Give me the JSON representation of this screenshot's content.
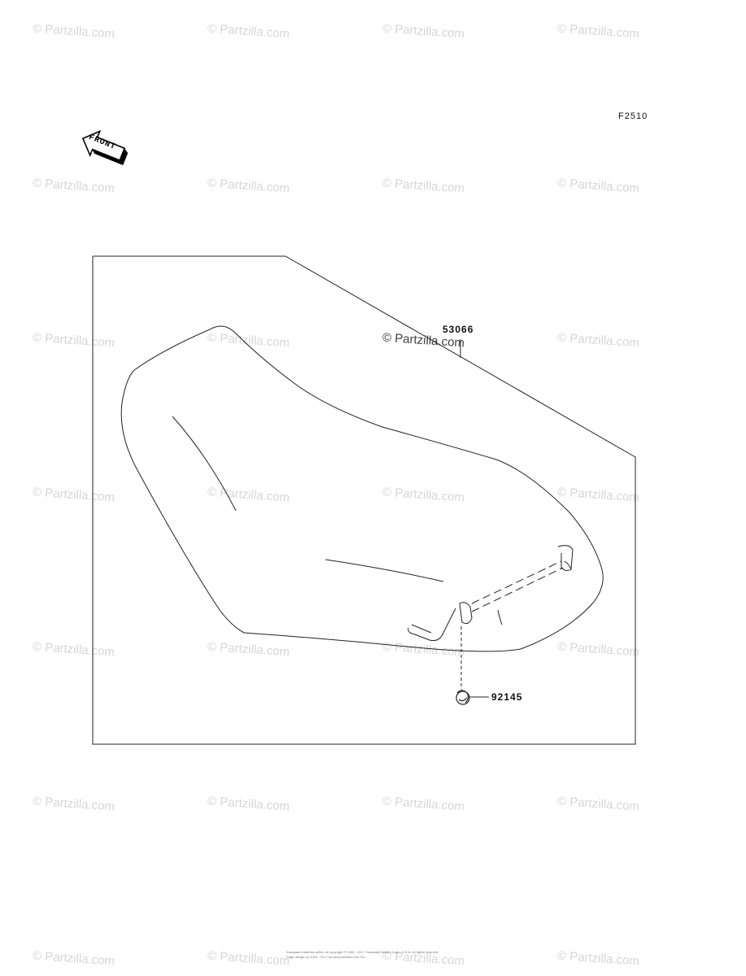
{
  "watermark": "© Partzilla.com",
  "figure_code": "F2510",
  "front_label": "FRONT",
  "parts": {
    "seat": "53066",
    "clip": "92145"
  },
  "copyright_line1": "Kawasaki materials within, all copyright © 1995 - 2017, Kawasaki Motors Corp., U.S.A. All rights reserved.",
  "copyright_line2": "Page design (c) 2003 - 2017 by www.partzilla.com, Inc."
}
